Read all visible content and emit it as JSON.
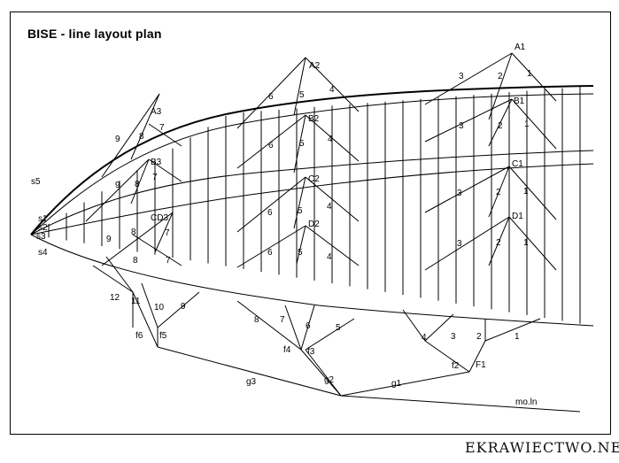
{
  "title": "BISE - line layout plan",
  "watermark": "EKRAWIECTWO.NET",
  "labels": {
    "A1": "A1",
    "A2": "A2",
    "A3": "A3",
    "B1": "B1",
    "B2": "B2",
    "B3": "B3",
    "C1": "C1",
    "C2": "C2",
    "CD3": "CD3",
    "D1": "D1",
    "D2": "D2",
    "s1": "s1",
    "s2": "s2",
    "s3": "s3",
    "s4": "s4",
    "s5": "s5",
    "f1": "F1",
    "f2": "f2",
    "f3": "f3",
    "f4": "f4",
    "f5": "f5",
    "f6": "f6",
    "g1": "g1",
    "g2": "g2",
    "g3": "g3",
    "main": "mo.ln"
  },
  "numbers": {
    "n1": "1",
    "n2": "2",
    "n3": "3",
    "n4": "4",
    "n5": "5",
    "n6": "6",
    "n7": "7",
    "n8": "8",
    "n9": "9",
    "n10": "10",
    "n11": "11",
    "n12": "12"
  }
}
